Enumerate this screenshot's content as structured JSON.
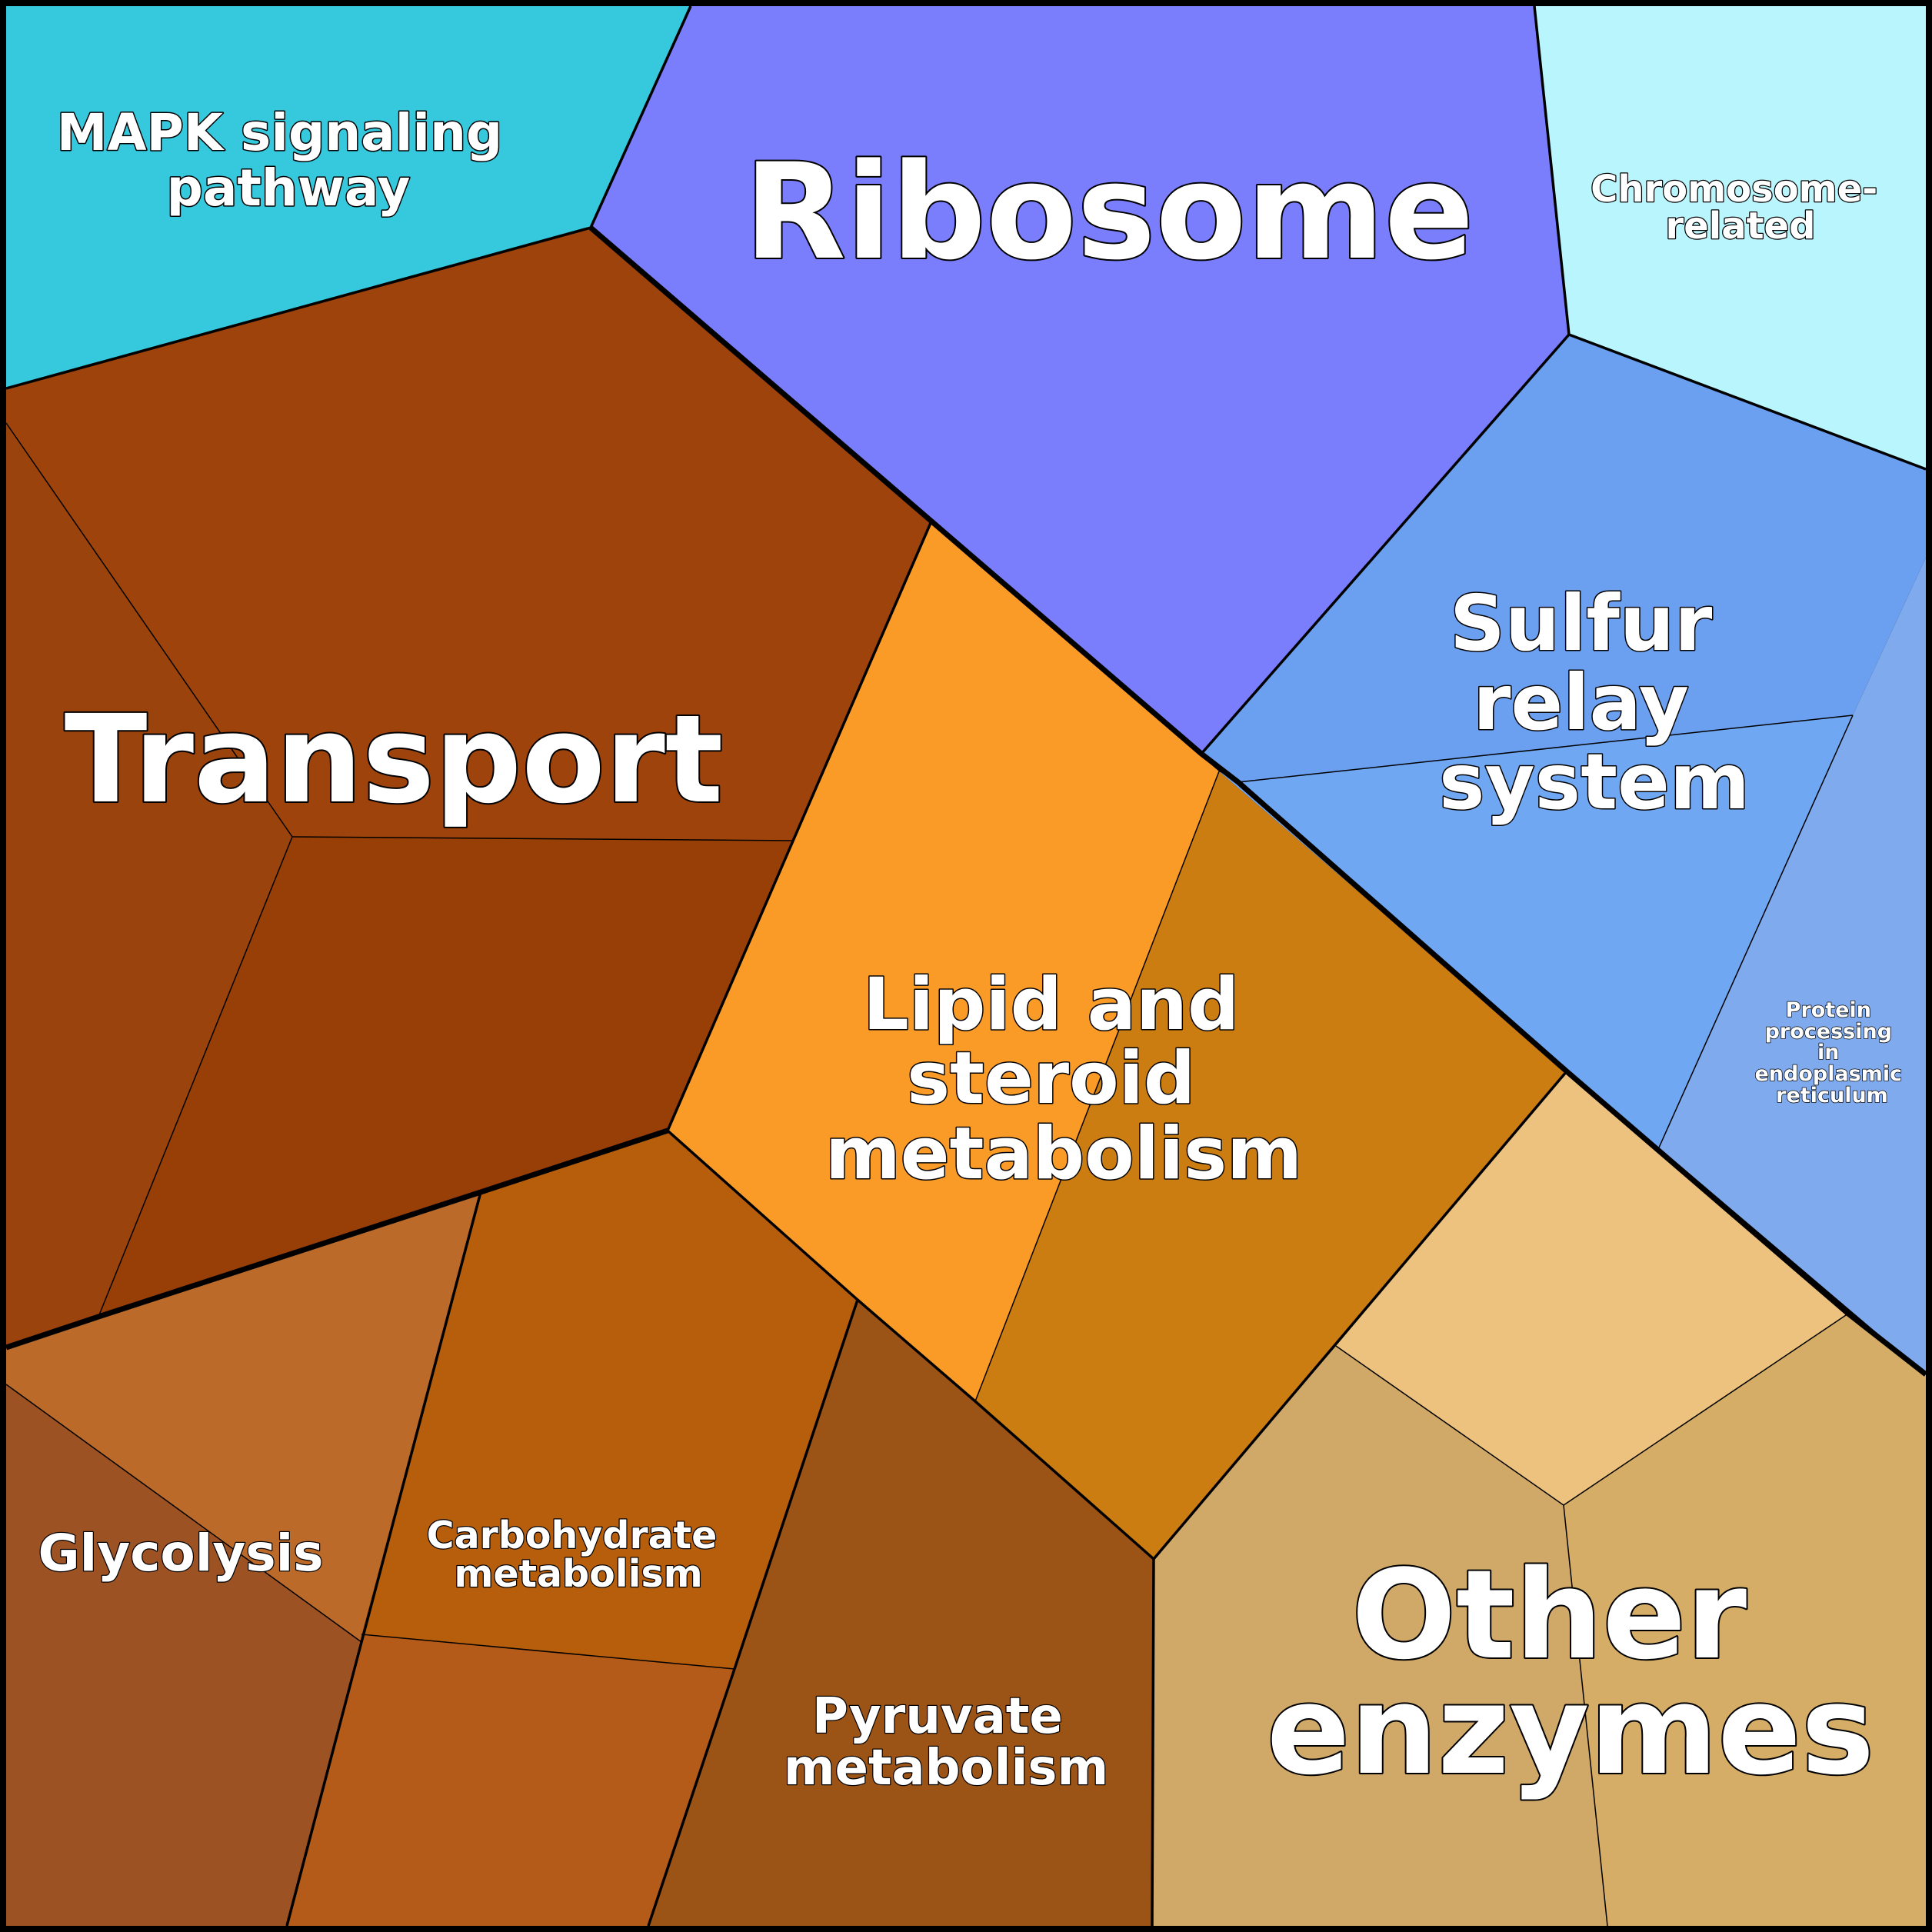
{
  "cells": [
    {
      "key": "mapk",
      "color": "#36c8dc"
    },
    {
      "key": "ribosome",
      "color": "#7a7efd"
    },
    {
      "key": "chromosome",
      "color": "#b8f5fd"
    },
    {
      "key": "sulfur-upper",
      "color": "#6b9ff0"
    },
    {
      "key": "sulfur-lower",
      "color": "#70a7f2"
    },
    {
      "key": "protein-processing",
      "color": "#7faaee"
    },
    {
      "key": "transport-top",
      "color": "#9e430c"
    },
    {
      "key": "transport-left",
      "color": "#9b430c"
    },
    {
      "key": "transport-center",
      "color": "#983f08"
    },
    {
      "key": "lipid-left",
      "color": "#fa9b28"
    },
    {
      "key": "lipid-right",
      "color": "#cc7d11"
    },
    {
      "key": "glycolysis-upper",
      "color": "#bb6a2a"
    },
    {
      "key": "glycolysis-lower",
      "color": "#9c5223"
    },
    {
      "key": "carbohydrate-upper",
      "color": "#b65e0b"
    },
    {
      "key": "carbohydrate-lower",
      "color": "#b45b19"
    },
    {
      "key": "pyruvate",
      "color": "#9c5416"
    },
    {
      "key": "other-top",
      "color": "#edc27f"
    },
    {
      "key": "other-left",
      "color": "#d0a968"
    },
    {
      "key": "other-right",
      "color": "#d6ad66"
    }
  ],
  "labels": {
    "mapk": [
      "MAPK signaling",
      "pathway"
    ],
    "ribosome": [
      "Ribosome"
    ],
    "chromosome": [
      "Chromosome-",
      "related"
    ],
    "sulfur": [
      "Sulfur",
      "relay",
      "system"
    ],
    "protein_processing": [
      "Protein",
      "processing",
      "in",
      "endoplasmic",
      "reticulum"
    ],
    "transport": [
      "Transport"
    ],
    "lipid": [
      "Lipid and",
      "steroid",
      "metabolism"
    ],
    "glycolysis": [
      "Glycolysis"
    ],
    "carbohydrate": [
      "Carbohydrate",
      "metabolism"
    ],
    "pyruvate": [
      "Pyruvate",
      "metabolism"
    ],
    "other": [
      "Other",
      "enzymes"
    ]
  }
}
